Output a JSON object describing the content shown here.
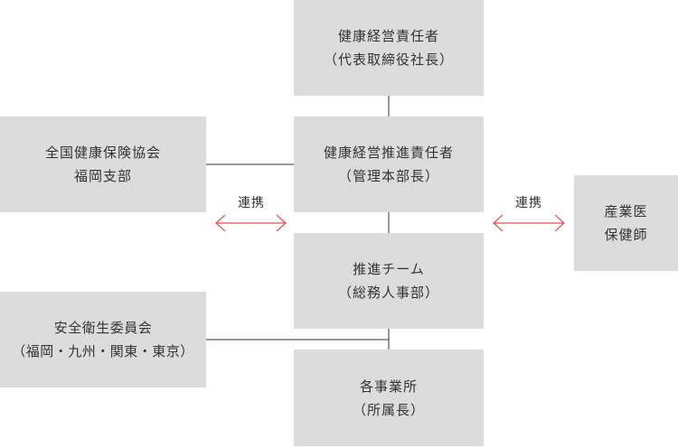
{
  "nodes": {
    "top": {
      "line1": "健康経営責任者",
      "line2": "（代表取締役社長）"
    },
    "promoter": {
      "line1": "健康経営推進責任者",
      "line2": "（管理本部長）"
    },
    "team": {
      "line1": "推進チーム",
      "line2": "（総務人事部）"
    },
    "offices": {
      "line1": "各事業所",
      "line2": "（所属長）"
    },
    "kyokai": {
      "line1": "全国健康保険協会",
      "line2": "福岡支部"
    },
    "committee": {
      "line1": "安全衛生委員会",
      "line2": "（福岡・九州・関東・東京）"
    },
    "doctor": {
      "line1": "産業医",
      "line2": "保健師"
    }
  },
  "links": {
    "left_label": "連携",
    "right_label": "連携"
  },
  "colors": {
    "box": "#dcdcdc",
    "line": "#333333",
    "arrow": "#e05050"
  }
}
